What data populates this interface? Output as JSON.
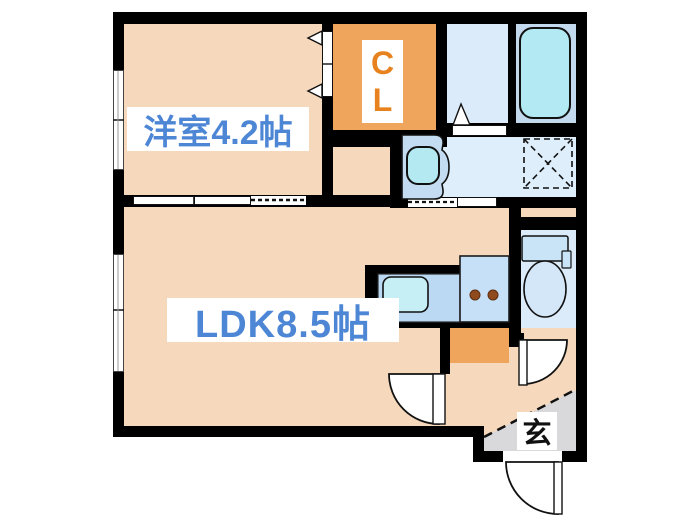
{
  "floorplan": {
    "labels": {
      "western_room": "洋室4.2帖",
      "ldk": "LDK8.5帖",
      "closet": [
        "C",
        "L"
      ],
      "entrance": "玄"
    },
    "colors": {
      "wall": "#000000",
      "room_floor": "#f6d8bc",
      "closet_fill": "#f0a55c",
      "hall_step_fill": "#f0a55c",
      "washroom_floor": "#dfeefb",
      "dressing_floor": "#dcebf9",
      "bathroom_floor": "#c3d9ee",
      "toilet_floor": "#dcebf9",
      "bathtub": "#b2e9f2",
      "kitchen_counter": "#bcd9f4",
      "kitchen_sink": "#c6eef5",
      "washbasin_bowl": "#b5e9f1",
      "stove_burner": "#8f4a1d",
      "genkan_floor": "#d9d9db",
      "room_label_text": "#4c86d5",
      "closet_label_text": "#e8821e",
      "entrance_label_text": "#111111"
    }
  }
}
